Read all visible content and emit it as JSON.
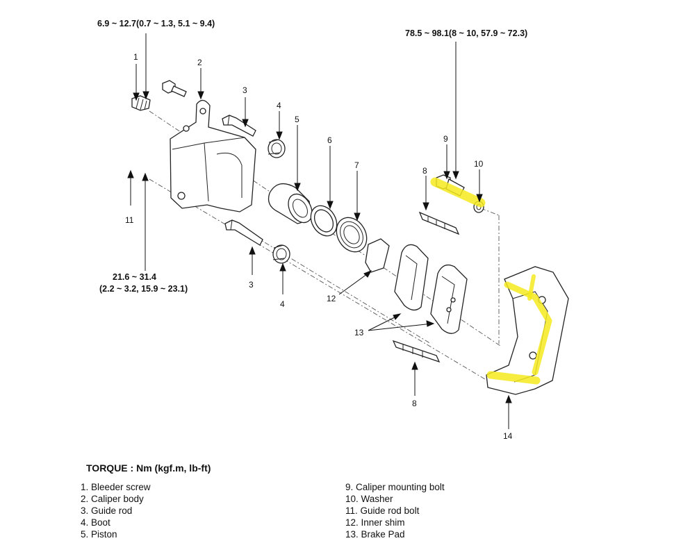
{
  "torque_labels": {
    "bleeder": "6.9 ~ 12.7(0.7 ~ 1.3, 5.1 ~ 9.4)",
    "mounting": "78.5 ~ 98.1(8 ~ 10, 57.9 ~ 72.3)",
    "guide_bolt_line1": "21.6 ~ 31.4",
    "guide_bolt_line2": "(2.2 ~ 3.2, 15.9 ~ 23.1)"
  },
  "callouts": {
    "n1": "1",
    "n2": "2",
    "n3a": "3",
    "n3b": "3",
    "n4a": "4",
    "n4b": "4",
    "n5": "5",
    "n6": "6",
    "n7": "7",
    "n8a": "8",
    "n8b": "8",
    "n9": "9",
    "n10": "10",
    "n11": "11",
    "n12": "12",
    "n13": "13",
    "n14": "14"
  },
  "legend": {
    "title": "TORQUE : Nm (kgf.m, lb-ft)",
    "left": [
      "1. Bleeder screw",
      "2. Caliper  body",
      "3. Guide rod",
      "4. Boot",
      "5. Piston"
    ],
    "right": [
      "9. Caliper mounting bolt",
      "10. Washer",
      "11. Guide rod bolt",
      "12. Inner shim",
      "13. Brake Pad"
    ]
  },
  "colors": {
    "highlight": "#f5ea1e",
    "ink": "#222222"
  }
}
